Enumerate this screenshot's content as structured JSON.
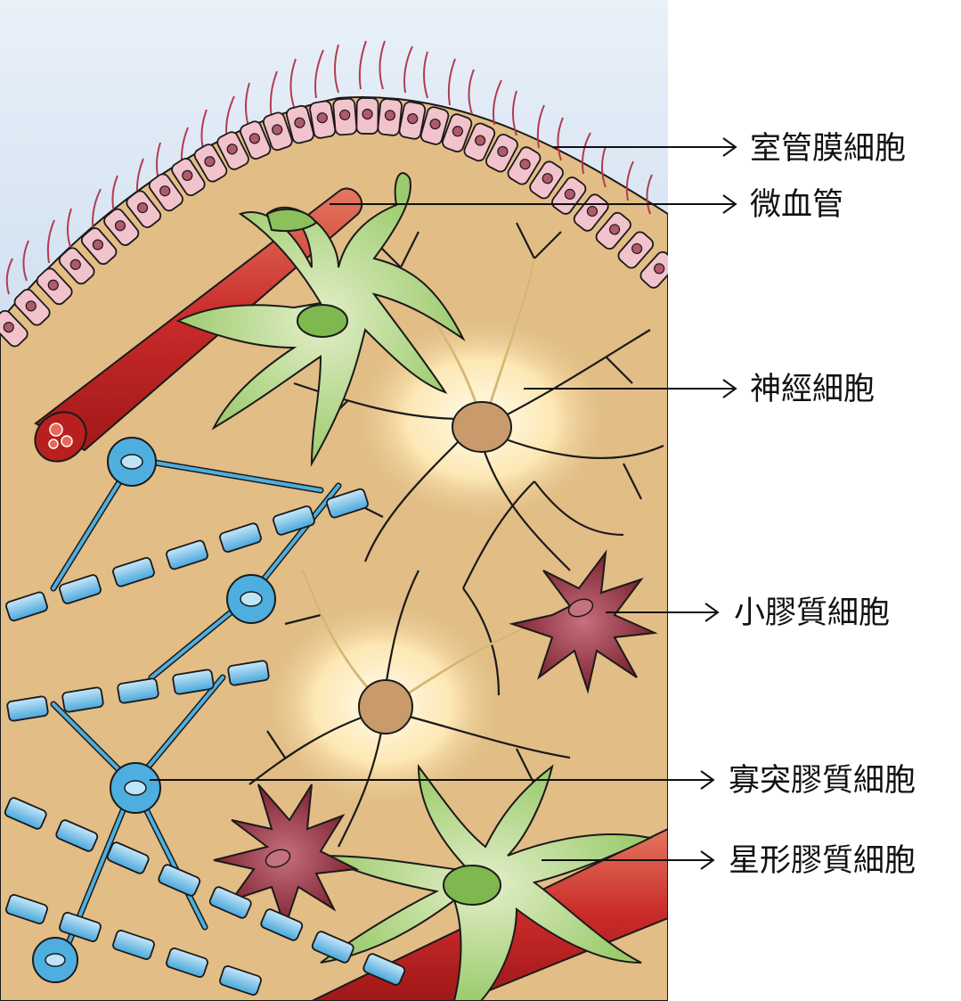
{
  "labels": {
    "ependymal": "室管膜細胞",
    "capillary": "微血管",
    "neuron": "神經細胞",
    "microglia": "小膠質細胞",
    "oligodendrocyte": "寡突膠質細胞",
    "astrocyte": "星形膠質細胞"
  },
  "colors": {
    "background_tissue": "#e2bd86",
    "ventricle": "#a9c4e2",
    "ependymal": "#f2c3cc",
    "cilia": "#b33b52",
    "capillary": "#c72a2a",
    "astrocyte": "#8cc05c",
    "oligodendrocyte": "#4eaedf",
    "neuron_glow": "#fff1c6",
    "microglia": "#8a2d3b",
    "nucleus": "#c99a6b"
  }
}
